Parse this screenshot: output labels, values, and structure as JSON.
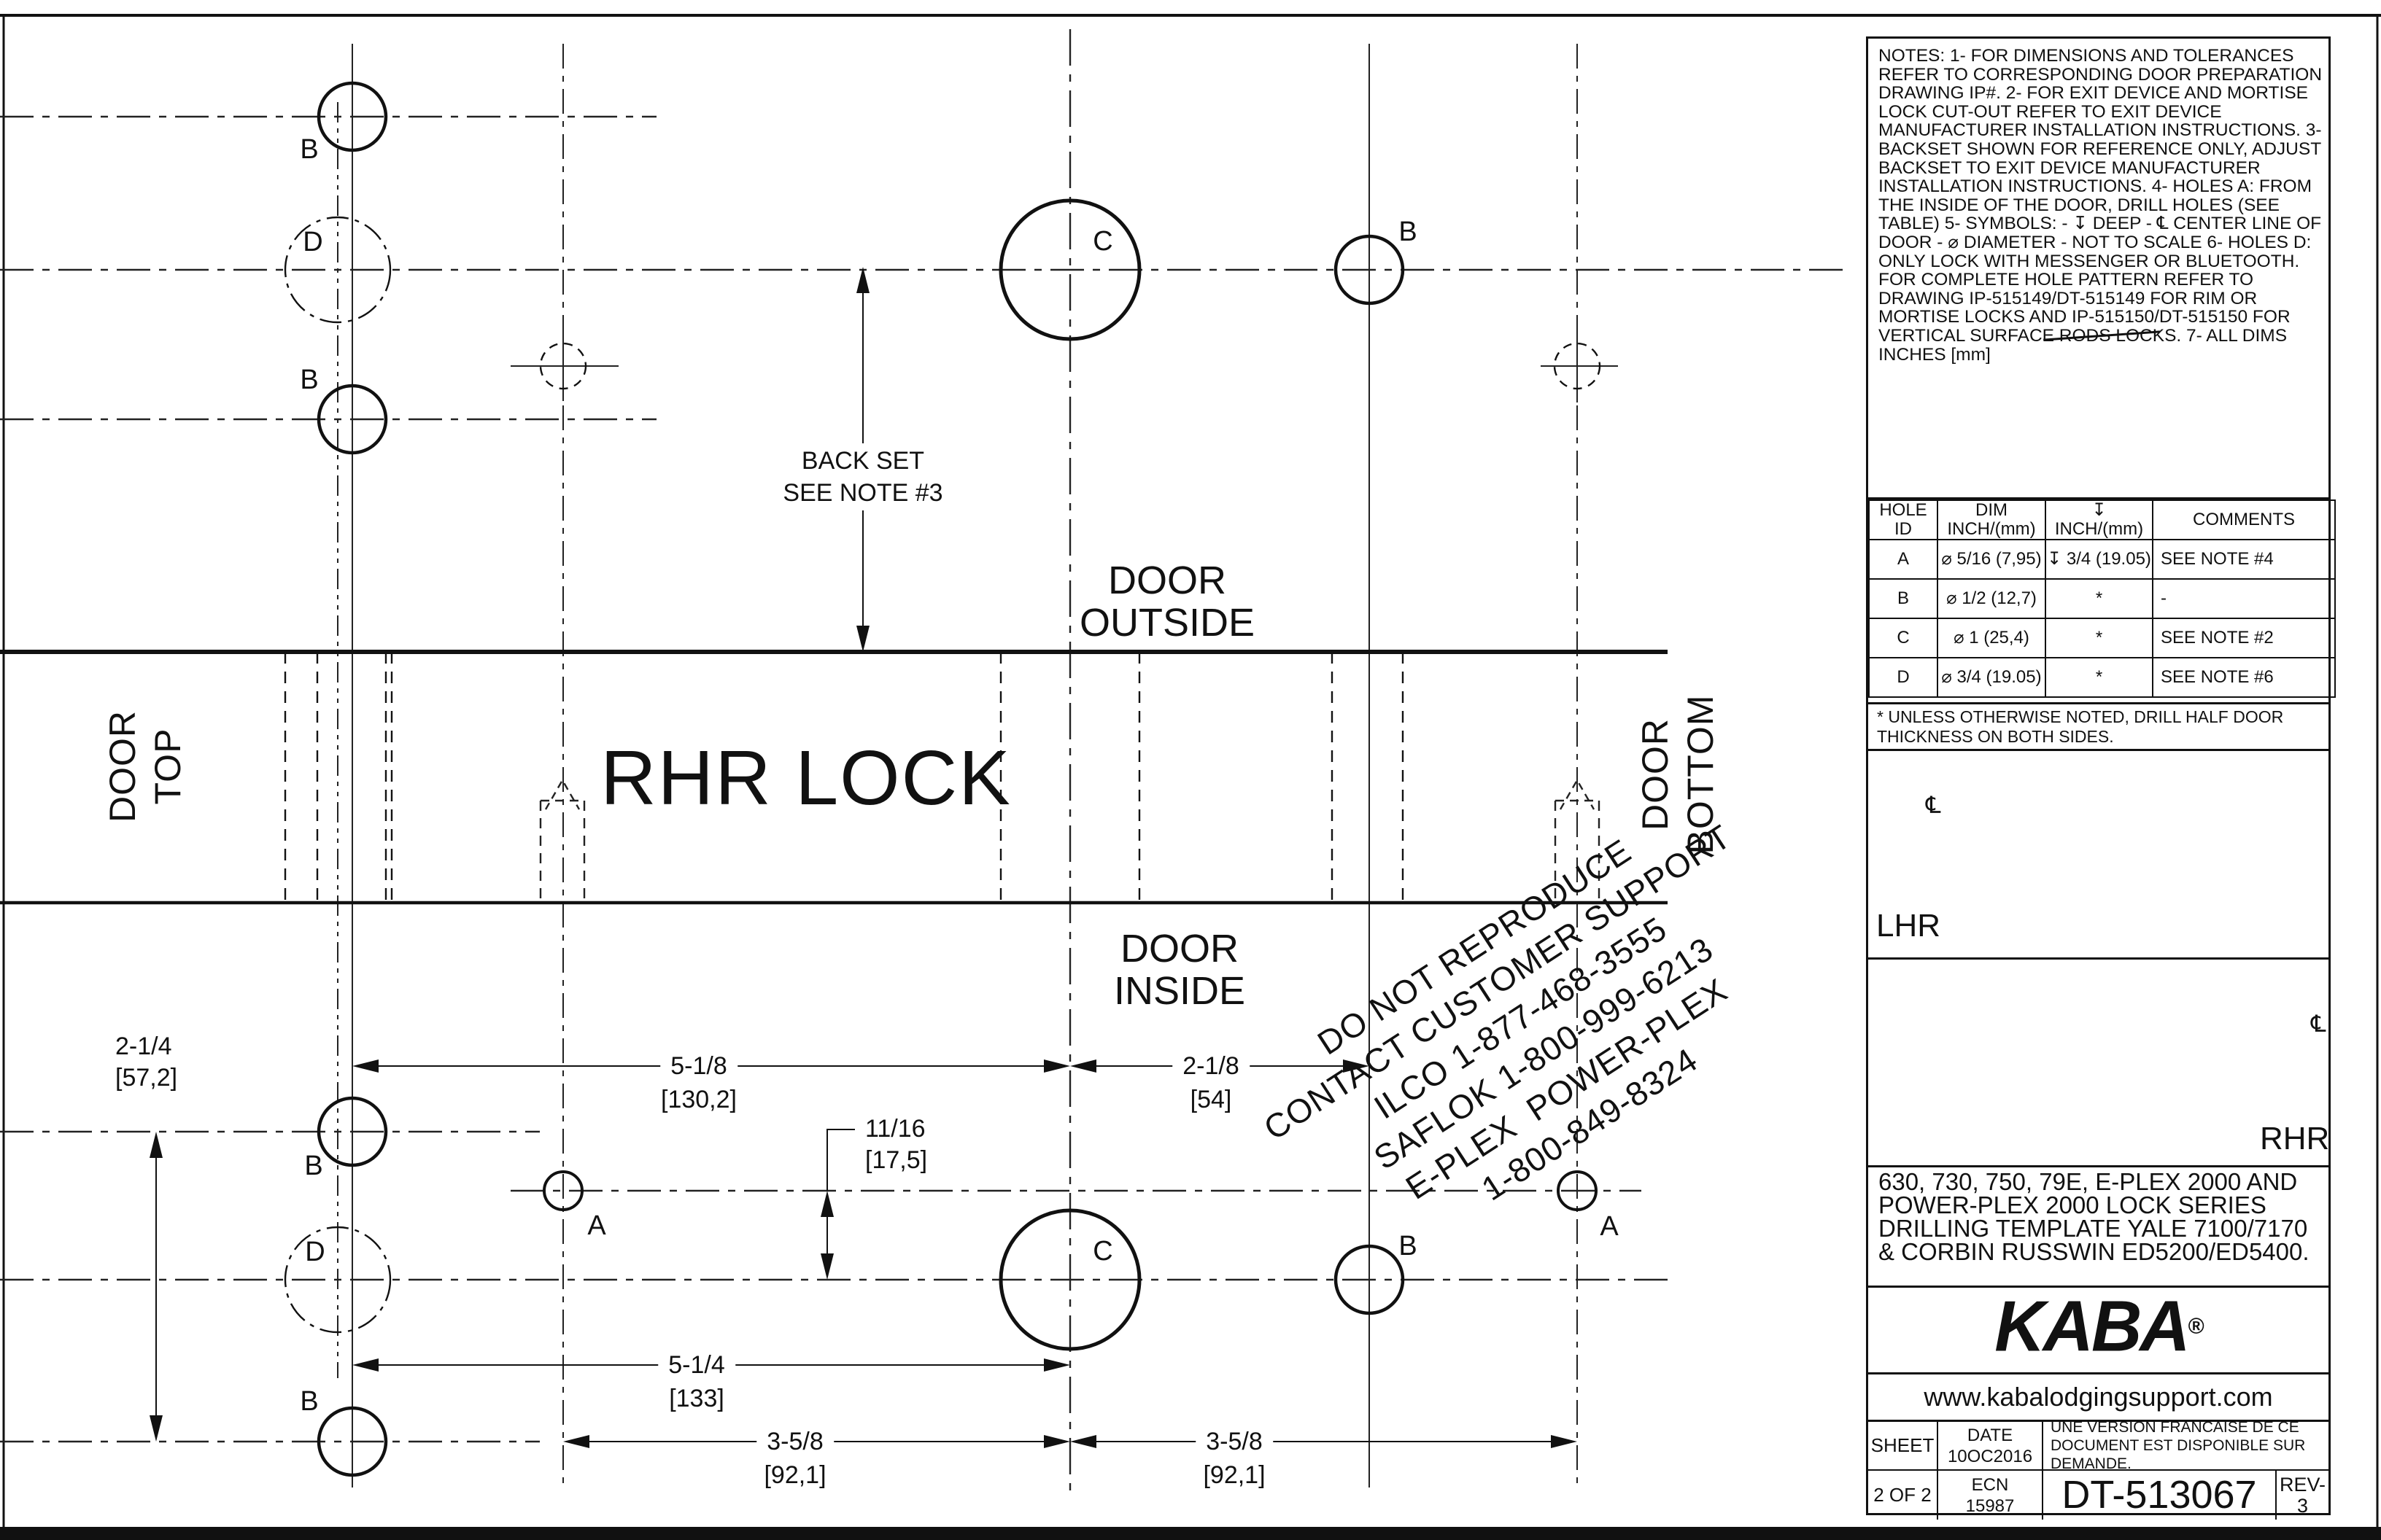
{
  "drawing": {
    "lock_label": "RHR LOCK",
    "door_top": [
      "DOOR",
      "TOP"
    ],
    "door_bottom": [
      "DOOR",
      "BOTTOM"
    ],
    "door_outside": [
      "DOOR",
      "OUTSIDE"
    ],
    "door_inside": [
      "DOOR",
      "INSIDE"
    ],
    "back_set": [
      "BACK SET",
      "SEE NOTE #3"
    ],
    "watermark": [
      "DO NOT REPRODUCE",
      "CONTACT CUSTOMER SUPPORT",
      "ILCO 1-877-468-3555",
      "SAFLOK 1-800-999-6213",
      "E-PLEX  POWER-PLEX",
      "1-800-849-8324"
    ],
    "hole_labels": {
      "b1": "B",
      "d1": "D",
      "b2": "B",
      "c1": "C",
      "b3": "B",
      "b4": "B",
      "a1": "A",
      "d2": "D",
      "c2": "C",
      "b5": "B",
      "a2": "A",
      "b6": "B"
    },
    "dimensions": {
      "v_left": [
        "2-1/4",
        "[57,2]"
      ],
      "h_backset_row": "5-1/8",
      "h_backset_row_mm": "[130,2]",
      "h_c_to_b": "2-1/8",
      "h_c_to_b_mm": "[54]",
      "v_small": [
        "11/16",
        "[17,5]"
      ],
      "h_lower": "5-1/4",
      "h_lower_mm": "[133]",
      "h_bottom_left": "3-5/8",
      "h_bottom_left_mm": "[92,1]",
      "h_bottom_right": "3-5/8",
      "h_bottom_right_mm": "[92,1]"
    }
  },
  "notes": {
    "lines": [
      "NOTES:",
      "1- FOR DIMENSIONS AND TOLERANCES",
      "   REFER TO CORRESPONDING DOOR PREPARATION",
      "   DRAWING IP#.",
      "2- FOR EXIT DEVICE AND MORTISE LOCK CUT-OUT",
      "   REFER TO EXIT DEVICE MANUFACTURER",
      "   INSTALLATION INSTRUCTIONS.",
      "3- BACKSET SHOWN FOR REFERENCE ONLY,",
      "   ADJUST BACKSET TO EXIT DEVICE MANUFACTURER",
      "   INSTALLATION INSTRUCTIONS.",
      "4- HOLES A: FROM THE INSIDE OF THE DOOR,",
      "   DRILL HOLES (SEE TABLE)",
      "5- SYMBOLS: - ↧  DEEP",
      "        - ℄  CENTER LINE OF DOOR",
      "        - ⌀  DIAMETER",
      "        -       NOT TO SCALE",
      "6- HOLES D: ONLY LOCK",
      "   WITH MESSENGER OR BLUETOOTH.",
      "   FOR COMPLETE HOLE PATTERN REFER TO",
      "   DRAWING IP-515149/DT-515149",
      "   FOR RIM OR MORTISE LOCKS AND",
      "   IP-515150/DT-515150 FOR VERTICAL SURFACE",
      "   RODS LOCKS.",
      "7- ALL DIMS INCHES [mm]"
    ]
  },
  "table": {
    "headers": {
      "col1": [
        "HOLE",
        "ID"
      ],
      "col2": [
        "DIM",
        "INCH/(mm)"
      ],
      "col3": [
        "↧",
        "INCH/(mm)"
      ],
      "col4": "COMMENTS"
    },
    "rows": [
      {
        "id": "A",
        "dim": [
          "⌀ 5/16",
          "(7,95)"
        ],
        "depth": [
          "↧ 3/4",
          "(19.05)"
        ],
        "comment": "SEE NOTE #4"
      },
      {
        "id": "B",
        "dim": [
          "⌀ 1/2",
          "(12,7)"
        ],
        "depth": [
          "*"
        ],
        "comment": "-"
      },
      {
        "id": "C",
        "dim": [
          "⌀ 1",
          "(25,4)"
        ],
        "depth": [
          "*"
        ],
        "comment": "SEE NOTE #2"
      },
      {
        "id": "D",
        "dim": [
          "⌀ 3/4",
          "(19.05)"
        ],
        "depth": [
          "*"
        ],
        "comment": "SEE NOTE #6"
      }
    ],
    "footnote": [
      "* UNLESS OTHERWISE NOTED, DRILL HALF DOOR",
      "THICKNESS ON BOTH SIDES."
    ]
  },
  "handing": {
    "lhr": "LHR",
    "rhr": "RHR",
    "centerline_symbol": "℄"
  },
  "title_block": {
    "lines": [
      "630, 730, 750, 79E, E-PLEX 2000",
      "AND POWER-PLEX 2000 LOCK SERIES",
      "DRILLING TEMPLATE",
      "YALE 7100/7170 & CORBIN RUSSWIN",
      "ED5200/ED5400."
    ]
  },
  "brand": {
    "name": "KABA",
    "registered": "®",
    "website": "www.kabalodgingsupport.com"
  },
  "title_strip": {
    "sheet_label": "SHEET",
    "sheet_value": "2 OF 2",
    "date_label": "DATE",
    "date_value": "10OC2016",
    "ecn_label": "ECN",
    "ecn_value": "15987",
    "french_note": [
      "UNE VERSION FRANCAISE DE CE DOCUMENT",
      "EST DISPONIBLE SUR DEMANDE."
    ],
    "drawing_number": "DT-513067",
    "revision": "REV-3"
  }
}
